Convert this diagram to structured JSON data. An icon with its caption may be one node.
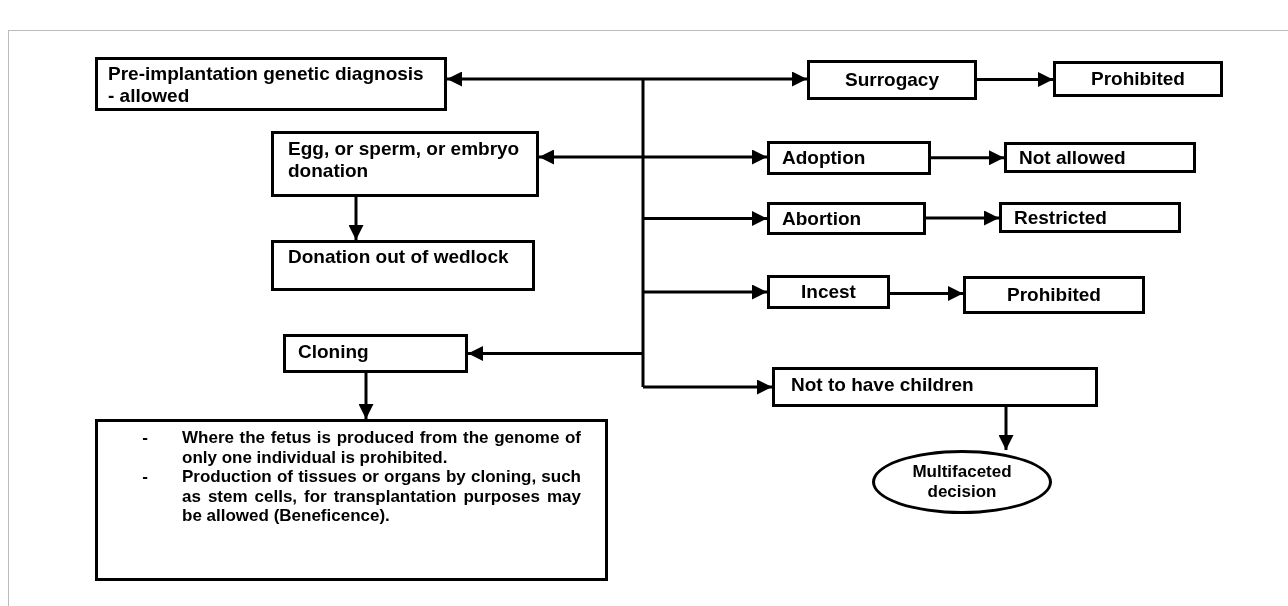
{
  "diagram": {
    "nodes": [
      {
        "text": [
          "Pre-implantation genetic diagnosis - allowed"
        ]
      },
      {
        "text": [
          "Surrogacy"
        ]
      },
      {
        "text": [
          "Prohibited"
        ]
      },
      {
        "text": [
          "Egg, or sperm, or embryo donation"
        ]
      },
      {
        "text": [
          "Adoption"
        ]
      },
      {
        "text": [
          "Not allowed"
        ]
      },
      {
        "text": [
          "Abortion"
        ]
      },
      {
        "text": [
          "Restricted"
        ]
      },
      {
        "text": [
          "Donation out of wedlock"
        ]
      },
      {
        "text": [
          "Incest"
        ]
      },
      {
        "text": [
          "Prohibited"
        ]
      },
      {
        "text": [
          "Cloning"
        ]
      },
      {
        "text": [
          "Not to have children"
        ]
      },
      {
        "text": [
          "Where the fetus is produced from the genome of only one individual is prohibited.",
          "Production of tissues or organs by cloning, such as stem cells, for transplantation purposes may be allowed (Beneficence)."
        ]
      },
      {
        "text": [
          "Multifaceted decision"
        ]
      }
    ],
    "edges": [
      {
        "from": 0,
        "to": 1,
        "arrow": "both"
      },
      {
        "from": 1,
        "to": 2,
        "arrow": "to"
      },
      {
        "from": 3,
        "to": 4,
        "arrow": "both"
      },
      {
        "from": 4,
        "to": 5,
        "arrow": "to"
      },
      {
        "from": null,
        "to": 6,
        "arrow": "to"
      },
      {
        "from": 6,
        "to": 7,
        "arrow": "to"
      },
      {
        "from": 3,
        "to": 8,
        "arrow": "to"
      },
      {
        "from": null,
        "to": 9,
        "arrow": "to"
      },
      {
        "from": 9,
        "to": 10,
        "arrow": "to"
      },
      {
        "from": null,
        "to": 11,
        "arrow": "to"
      },
      {
        "from": null,
        "to": 12,
        "arrow": "to"
      },
      {
        "from": 11,
        "to": 13,
        "arrow": "to"
      },
      {
        "from": 12,
        "to": 14,
        "arrow": "to"
      }
    ],
    "labels": [
      "-",
      "-"
    ]
  }
}
